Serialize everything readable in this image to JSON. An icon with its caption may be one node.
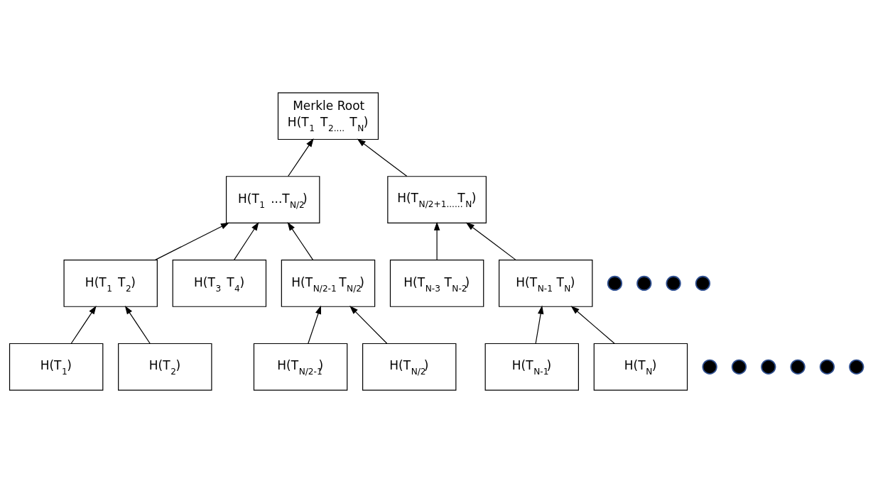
{
  "diagram": {
    "nodes": [
      {
        "text": [
          "Merkle Root",
          "H(T$_{1}$ T$_{2....}$ T$_{N}$)"
        ]
      },
      {
        "text": [
          "H(T$_{1}$ ...T$_{N/2}$)"
        ]
      },
      {
        "text": [
          "H(T$_{N/2+1......}$T$_{N}$)"
        ]
      },
      {
        "text": [
          "H(T$_{1}$ T$_{2}$)"
        ]
      },
      {
        "text": [
          "H(T$_{3}$ T$_{4}$)"
        ]
      },
      {
        "text": [],
        "shape": "circle"
      },
      {
        "text": [],
        "shape": "circle"
      },
      {
        "text": [
          "H(T$_{N/2-1}$ T$_{N/2}$)"
        ]
      },
      {
        "text": [],
        "shape": "circle"
      },
      {
        "text": [],
        "shape": "circle"
      },
      {
        "text": [
          "H(T$_{N-3}$ T$_{N-2}$)"
        ]
      },
      {
        "text": [
          "H(T$_{N-1}$ T$_{N}$)"
        ]
      },
      {
        "text": [
          "H(T$_{1}$)"
        ]
      },
      {
        "text": [
          "H(T$_{2}$)"
        ]
      },
      {
        "text": [],
        "shape": "circle"
      },
      {
        "text": [],
        "shape": "circle"
      },
      {
        "text": [
          "H(T$_{N/2-1}$)"
        ]
      },
      {
        "text": [
          "H(T$_{N/2}$)"
        ]
      },
      {
        "text": [],
        "shape": "circle"
      },
      {
        "text": [],
        "shape": "circle"
      },
      {
        "text": [],
        "shape": "circle"
      },
      {
        "text": [],
        "shape": "circle"
      },
      {
        "text": [
          "H(T$_{N-1}$)"
        ]
      },
      {
        "text": [
          "H(T$_{N}$)"
        ]
      }
    ],
    "edges": [
      {
        "from": 1,
        "to": 0,
        "arrow": "to"
      },
      {
        "from": 2,
        "to": 0,
        "arrow": "to"
      },
      {
        "from": 3,
        "to": 1,
        "arrow": "to"
      },
      {
        "from": 4,
        "to": 1,
        "arrow": "to"
      },
      {
        "from": 7,
        "to": 1,
        "arrow": "to"
      },
      {
        "from": 10,
        "to": 2,
        "arrow": "to"
      },
      {
        "from": 11,
        "to": 2,
        "arrow": "to"
      },
      {
        "from": 12,
        "to": 3,
        "arrow": "to"
      },
      {
        "from": 13,
        "to": 3,
        "arrow": "to"
      },
      {
        "from": 16,
        "to": 7,
        "arrow": "to"
      },
      {
        "from": 17,
        "to": 7,
        "arrow": "to"
      },
      {
        "from": 22,
        "to": 11,
        "arrow": "to"
      },
      {
        "from": 23,
        "to": 11,
        "arrow": "to"
      }
    ]
  }
}
